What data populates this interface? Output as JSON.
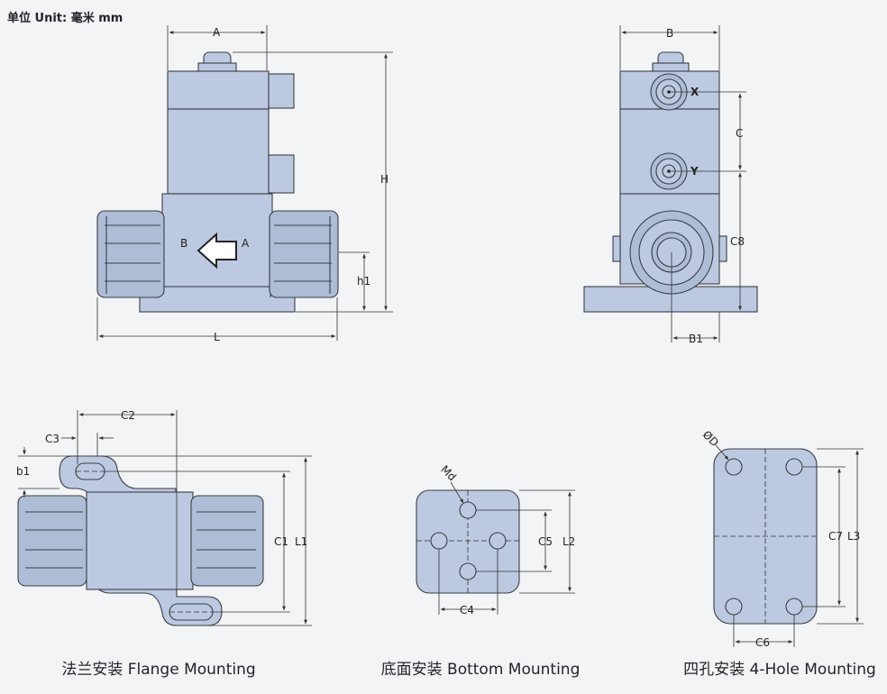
{
  "unit_label": "单位 Unit: 毫米 mm",
  "front_view": {
    "labels": {
      "A": "A",
      "H": "H",
      "h1": "h1",
      "L": "L",
      "port_b": "B",
      "port_a": "A"
    }
  },
  "side_view": {
    "labels": {
      "B": "B",
      "C": "C",
      "C8": "C8",
      "B1": "B1",
      "X": "X",
      "Y": "Y"
    }
  },
  "flange_view": {
    "labels": {
      "C2": "C2",
      "C3": "C3",
      "b1": "b1",
      "C1": "C1",
      "L1": "L1"
    },
    "caption": "法兰安装 Flange Mounting"
  },
  "bottom_view": {
    "labels": {
      "Md": "Md",
      "C5": "C5",
      "L2": "L2",
      "C4": "C4"
    },
    "caption": "底面安装 Bottom Mounting"
  },
  "fourhole_view": {
    "labels": {
      "D": "ØD",
      "C7": "C7",
      "L3": "L3",
      "C6": "C6"
    },
    "caption": "四孔安装 4-Hole Mounting"
  }
}
